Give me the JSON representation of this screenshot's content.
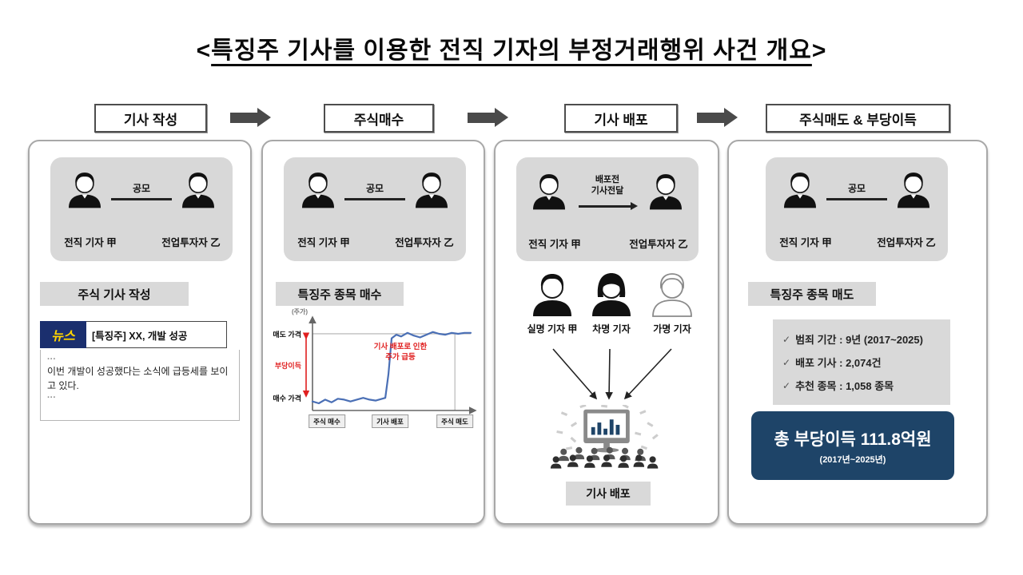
{
  "header": {
    "bracket_open": "<",
    "text": "특징주 기사를 이용한 전직 기자의 부정거래행위 사건 개요",
    "bracket_close": ">"
  },
  "steps": [
    {
      "label": "기사 작성"
    },
    {
      "label": "주식매수"
    },
    {
      "label": "기사 배포"
    },
    {
      "label": "주식매도 & 부당이득"
    }
  ],
  "conspiracy": {
    "label": "공모",
    "left": "전직 기자 甲",
    "right": "전업투자자 乙"
  },
  "panel1": {
    "header": "주식 기사 작성",
    "news": {
      "badge": "뉴스",
      "headline": "[특징주] XX, 개발 성공",
      "ellipsis": "···",
      "body": "이번 개발이 성공했다는 소식에 급등세를 보이고 있다."
    }
  },
  "panel2": {
    "header": "특징주 종목 매수",
    "chart_labels": {
      "axis_unit": "(주가)",
      "sell": "매도 가격",
      "profit": "부당이득",
      "buy": "매수 가격",
      "annotation_line1": "기사 배포로 인한",
      "annotation_line2": "주가 급등",
      "tick1": "주식 매수",
      "tick2": "기사 배포",
      "tick3": "주식 매도"
    }
  },
  "panel3": {
    "transfer_line1": "배포전",
    "transfer_line2": "기사전달",
    "left": "전직 기자 甲",
    "right": "전업투자자 乙",
    "journalists": [
      {
        "label": "실명 기자 甲"
      },
      {
        "label": "차명 기자"
      },
      {
        "label": "가명 기자"
      }
    ],
    "distribution": "기사 배포"
  },
  "panel4": {
    "header": "특징주 종목 매도",
    "check": "✓",
    "stats": [
      "범죄 기간 : 9년 (2017~2025)",
      "배포 기사 : 2,074건",
      "추천 종목 : 1,058 종목"
    ],
    "total": "총 부당이득 111.8억원",
    "period": "(2017년~2025년)"
  },
  "colors": {
    "navy_box": "#1e4468",
    "news_badge_navy": "#1b2f6e",
    "news_badge_yellow": "#ffd400",
    "profit_red": "#e02020",
    "gray_box": "#d8d8d8",
    "flow_arrow_gray": "#4a4a4a",
    "price_line_blue": "#4a6fb5"
  },
  "chart_data": {
    "type": "line",
    "ylabel": "(주가)",
    "xlim": [
      0,
      100
    ],
    "ylim": [
      0,
      100
    ],
    "x": [
      0,
      4,
      8,
      12,
      16,
      20,
      24,
      28,
      32,
      36,
      40,
      44,
      46,
      48,
      50,
      53,
      56,
      60,
      64,
      68,
      72,
      76,
      80,
      84,
      88,
      92,
      96,
      100
    ],
    "series": [
      {
        "name": "주가",
        "values": [
          10,
          8,
          12,
          9,
          13,
          12,
          10,
          12,
          14,
          12,
          11,
          13,
          14,
          40,
          80,
          84,
          82,
          86,
          83,
          81,
          84,
          87,
          85,
          84,
          86,
          85,
          86,
          86
        ]
      }
    ],
    "y_reference_levels": {
      "매도 가격": 85,
      "매수 가격": 12
    },
    "x_events": {
      "주식 매수": 9,
      "기사 배포": 49,
      "주식 매도": 90
    },
    "annotations": [
      "부당이득 = 매도 가격 - 매수 가격",
      "기사 배포로 인한 주가 급등"
    ],
    "grid": false,
    "legend": false
  }
}
